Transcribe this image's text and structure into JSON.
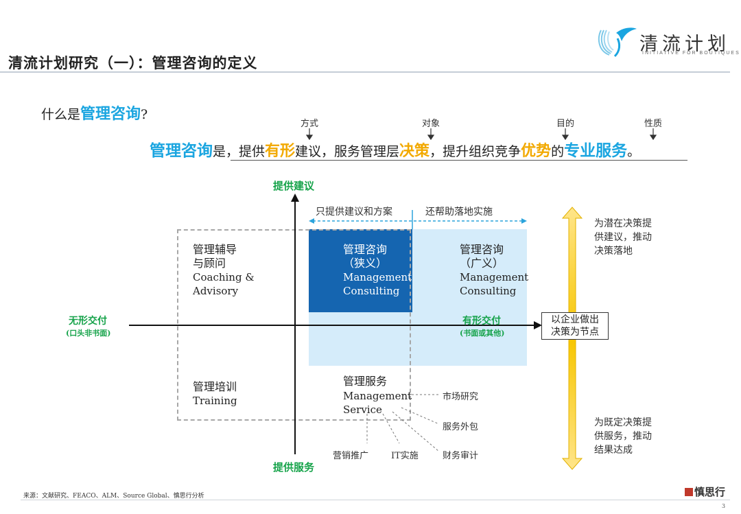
{
  "header": {
    "title": "清流计划研究（一）：管理咨询的定义",
    "logo_text": "清流计划",
    "logo_subtitle": "INITIATIVE FOR BOUTIQUES"
  },
  "question": {
    "prefix": "什么是",
    "highlight": "管理咨询",
    "suffix": "?"
  },
  "attributes": {
    "method": "方式",
    "object": "对象",
    "purpose": "目的",
    "nature": "性质"
  },
  "definition": {
    "p1": "管理咨询",
    "p2": "是，提供",
    "p3": "有形",
    "p4": "建议，服务管理层",
    "p5": "决策",
    "p6": "，提升组织竞争",
    "p7": "优势",
    "p8": "的",
    "p9": "专业服务",
    "p10": "。"
  },
  "axes": {
    "top": "提供建议",
    "bottom": "提供服务",
    "left": "无形交付",
    "left_sub": "(口头非书面)",
    "right": "有形交付",
    "right_sub": "(书面或其他)"
  },
  "scope": {
    "left": "只提供建议和方案",
    "right": "还帮助落地实施"
  },
  "quadrants": {
    "coaching_cn": [
      "管理辅导",
      "与顾问"
    ],
    "coaching_en": [
      "Coaching &",
      "Advisory"
    ],
    "narrow_cn": [
      "管理咨询",
      "（狭义）"
    ],
    "narrow_en": [
      "Management",
      "Consulting"
    ],
    "broad_cn": [
      "管理咨询",
      "（广义）"
    ],
    "broad_en": [
      "Management",
      "Consulting"
    ],
    "training_cn": "管理培训",
    "training_en": "Training",
    "service_cn": "管理服务",
    "service_en": [
      "Management",
      "Service"
    ]
  },
  "service_items": [
    "市场研究",
    "服务外包",
    "营销推广",
    "IT实施",
    "财务审计"
  ],
  "right_side": {
    "top": [
      "为潜在决策提",
      "供建议，推动",
      "决策落地"
    ],
    "node": [
      "以企业做出",
      "决策为节点"
    ],
    "bottom": [
      "为既定决策提",
      "供服务，推动",
      "结果达成"
    ]
  },
  "footer": {
    "source": "来源：文献研究、FEACO、ALM、Source Global、慎思行分析",
    "brand": "慎思行",
    "page": "3"
  },
  "colors": {
    "accent_blue": "#1aa5e0",
    "dark_blue": "#1565b0",
    "light_blue": "#d5ecfa",
    "gold": "#f2a900",
    "green": "#16a34a"
  }
}
